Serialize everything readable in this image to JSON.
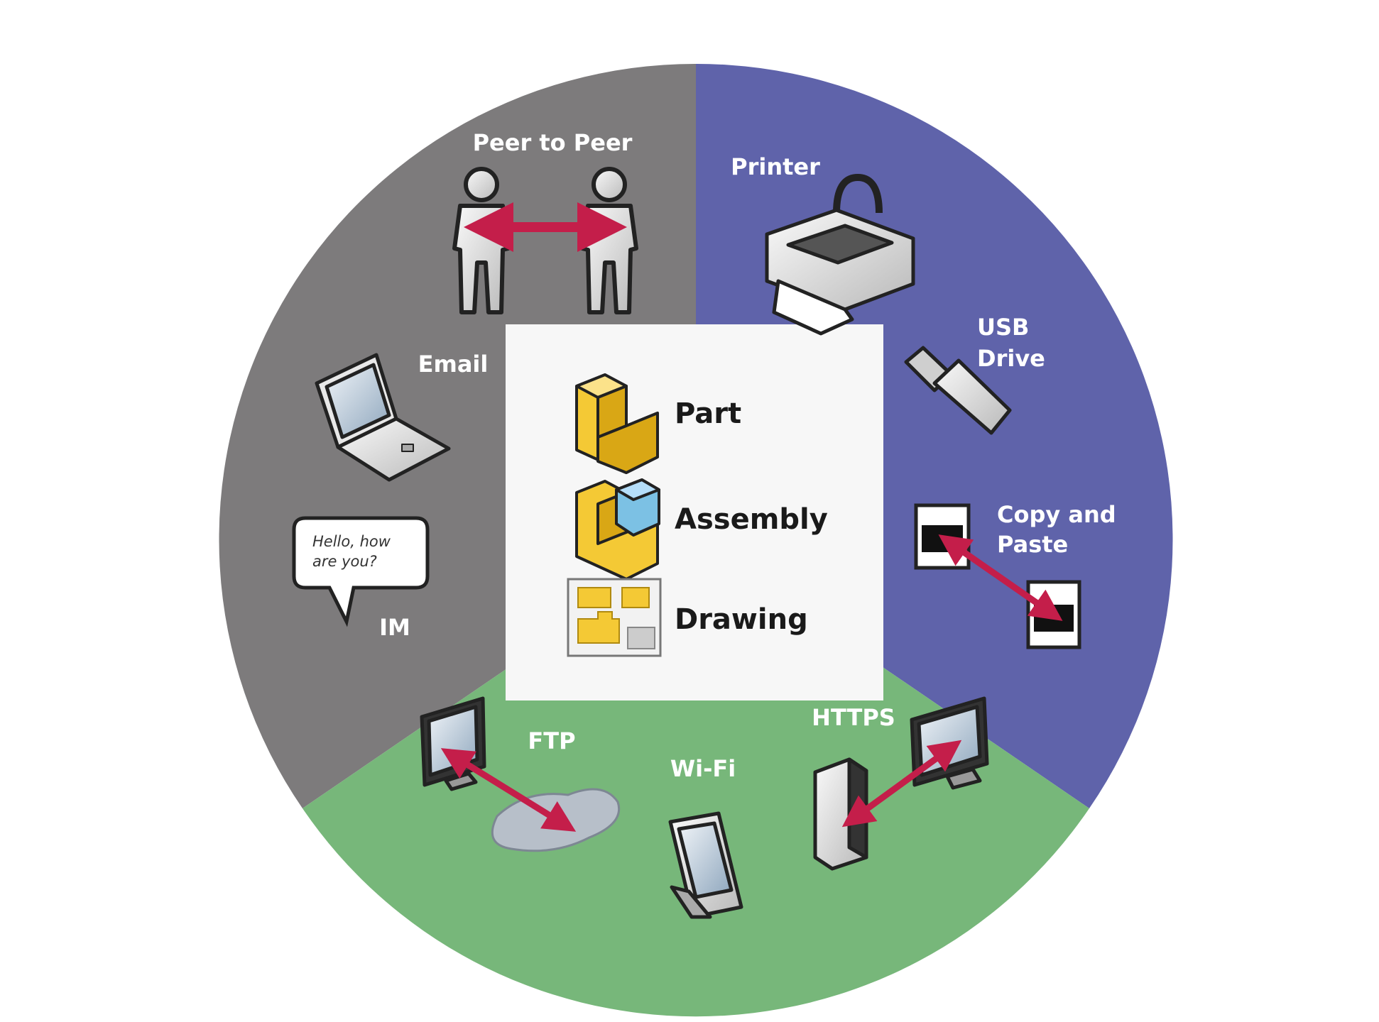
{
  "colors": {
    "gray_sector": "#7d7b7c",
    "blue_sector": "#5f63aa",
    "green_sector": "#77b77a",
    "center_panel": "#f7f7f7",
    "arrow": "#c41e4a",
    "part_yellow": "#f4c935",
    "assembly_blue": "#7cc1e4"
  },
  "sectors": {
    "gray": {
      "items": [
        {
          "label": "Peer to Peer",
          "icon": "two-people-icon"
        },
        {
          "label": "Email",
          "icon": "laptop-icon"
        },
        {
          "label": "IM",
          "icon": "speech-bubble-icon",
          "bubble_text_line1": "Hello, how",
          "bubble_text_line2": "are you?"
        }
      ]
    },
    "blue": {
      "items": [
        {
          "label": "Printer",
          "icon": "printer-icon"
        },
        {
          "label_line1": "USB",
          "label_line2": "Drive",
          "icon": "usb-drive-icon"
        },
        {
          "label_line1": "Copy and",
          "label_line2": "Paste",
          "icon": "copy-paste-documents-icon"
        }
      ]
    },
    "green": {
      "items": [
        {
          "label": "FTP",
          "icon": "monitor-to-cloud-icon"
        },
        {
          "label": "Wi-Fi",
          "icon": "pda-icon"
        },
        {
          "label": "HTTPS",
          "icon": "server-to-monitor-icon"
        }
      ]
    }
  },
  "center": {
    "items": [
      {
        "label": "Part",
        "icon": "part-icon"
      },
      {
        "label": "Assembly",
        "icon": "assembly-icon"
      },
      {
        "label": "Drawing",
        "icon": "drawing-icon"
      }
    ]
  }
}
